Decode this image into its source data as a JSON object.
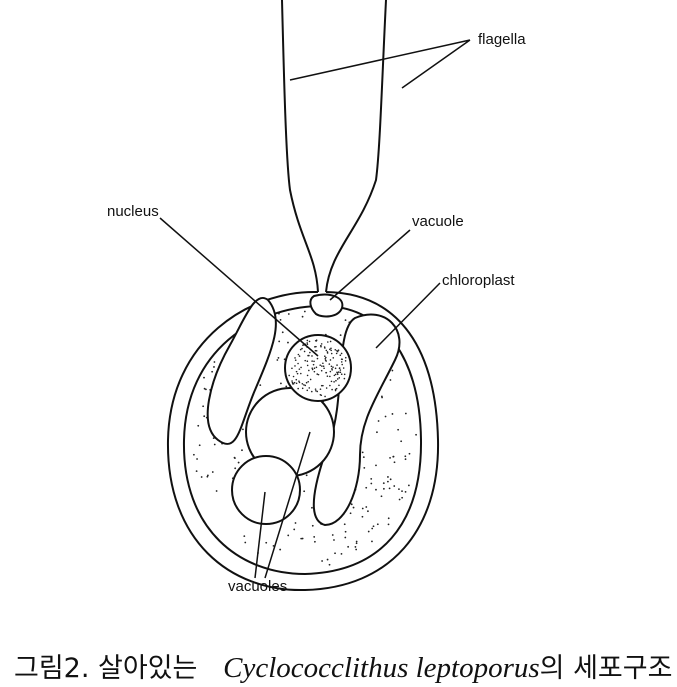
{
  "labels": {
    "flagella": "flagella",
    "nucleus": "nucleus",
    "vacuole": "vacuole",
    "chloroplast": "chloroplast",
    "vacuoles": "vacuoles"
  },
  "caption": {
    "prefix": "그림2. 살아있는",
    "species": "Cyclococclithus leptoporus",
    "suffix": "의 세포구조"
  }
}
